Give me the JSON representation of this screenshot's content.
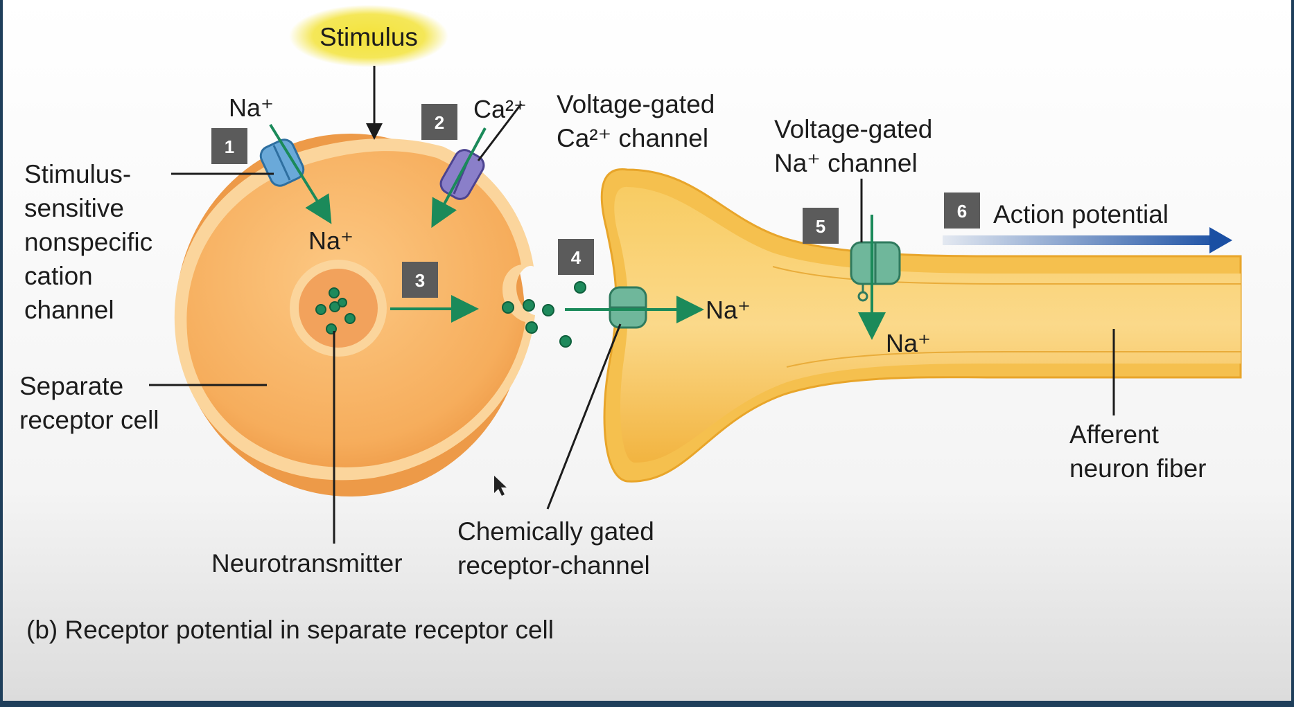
{
  "labels": {
    "stimulus": "Stimulus",
    "na_in_top": "Na⁺",
    "na_in_cell": "Na⁺",
    "ca_ion": "Ca²⁺",
    "vg_ca_line1": "Voltage-gated",
    "vg_ca_line2": "Ca²⁺ channel",
    "vg_na_line1": "Voltage-gated",
    "vg_na_line2": "Na⁺ channel",
    "stim_channel": [
      "Stimulus-",
      "sensitive",
      "nonspecific",
      "cation",
      "channel"
    ],
    "separate_cell": [
      "Separate",
      "receptor cell"
    ],
    "neurotransmitter": "Neurotransmitter",
    "chem_gated": [
      "Chemically gated",
      "receptor-channel"
    ],
    "na_synapse": "Na⁺",
    "na_fiber": "Na⁺",
    "action_potential": "Action potential",
    "afferent": [
      "Afferent",
      "neuron fiber"
    ],
    "caption": "(b) Receptor potential in separate receptor cell"
  },
  "steps": [
    "1",
    "2",
    "3",
    "4",
    "5",
    "6"
  ],
  "colors": {
    "cell_fill": "#f8b862",
    "membrane": "#fbd59c",
    "fiber_fill": "#f5c04e",
    "channel_blue": "#6aa9d9",
    "channel_purple": "#8a7fc9",
    "channel_green": "#6fb79b",
    "arrow_green": "#1b8a5a",
    "step_box": "#5b5b5b",
    "action_arrow": "#1a4fa3",
    "stimulus_glow": "#f3e33b"
  }
}
